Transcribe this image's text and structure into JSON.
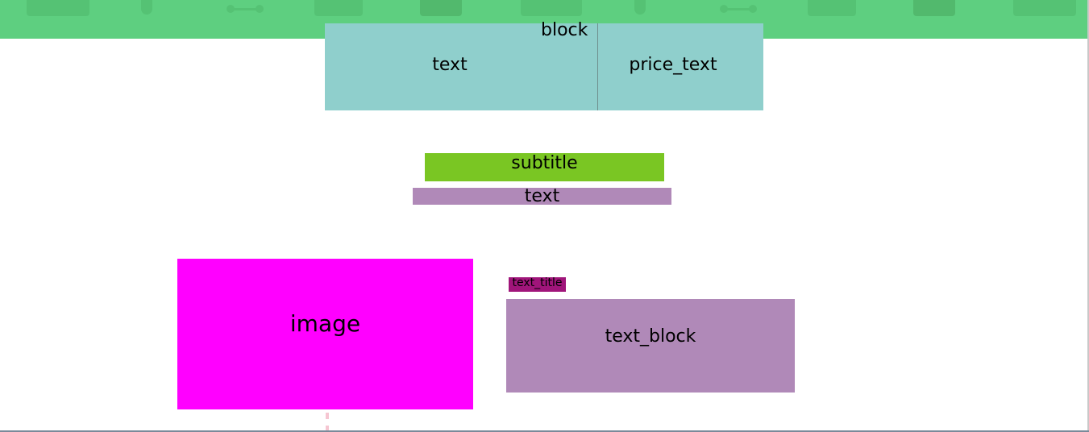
{
  "header": {
    "block_label": "block",
    "text_label": "text",
    "price_label": "price_text"
  },
  "section": {
    "subtitle": "subtitle",
    "text": "text"
  },
  "content": {
    "image_label": "image",
    "text_title": "text_title",
    "text_block": "text_block"
  },
  "colors": {
    "topbar": "#5ecf80",
    "block": "#8fcfcc",
    "subtitle": "#7ac623",
    "text": "#b089b8",
    "image": "#ff00ff",
    "text_title": "#a0157a"
  }
}
